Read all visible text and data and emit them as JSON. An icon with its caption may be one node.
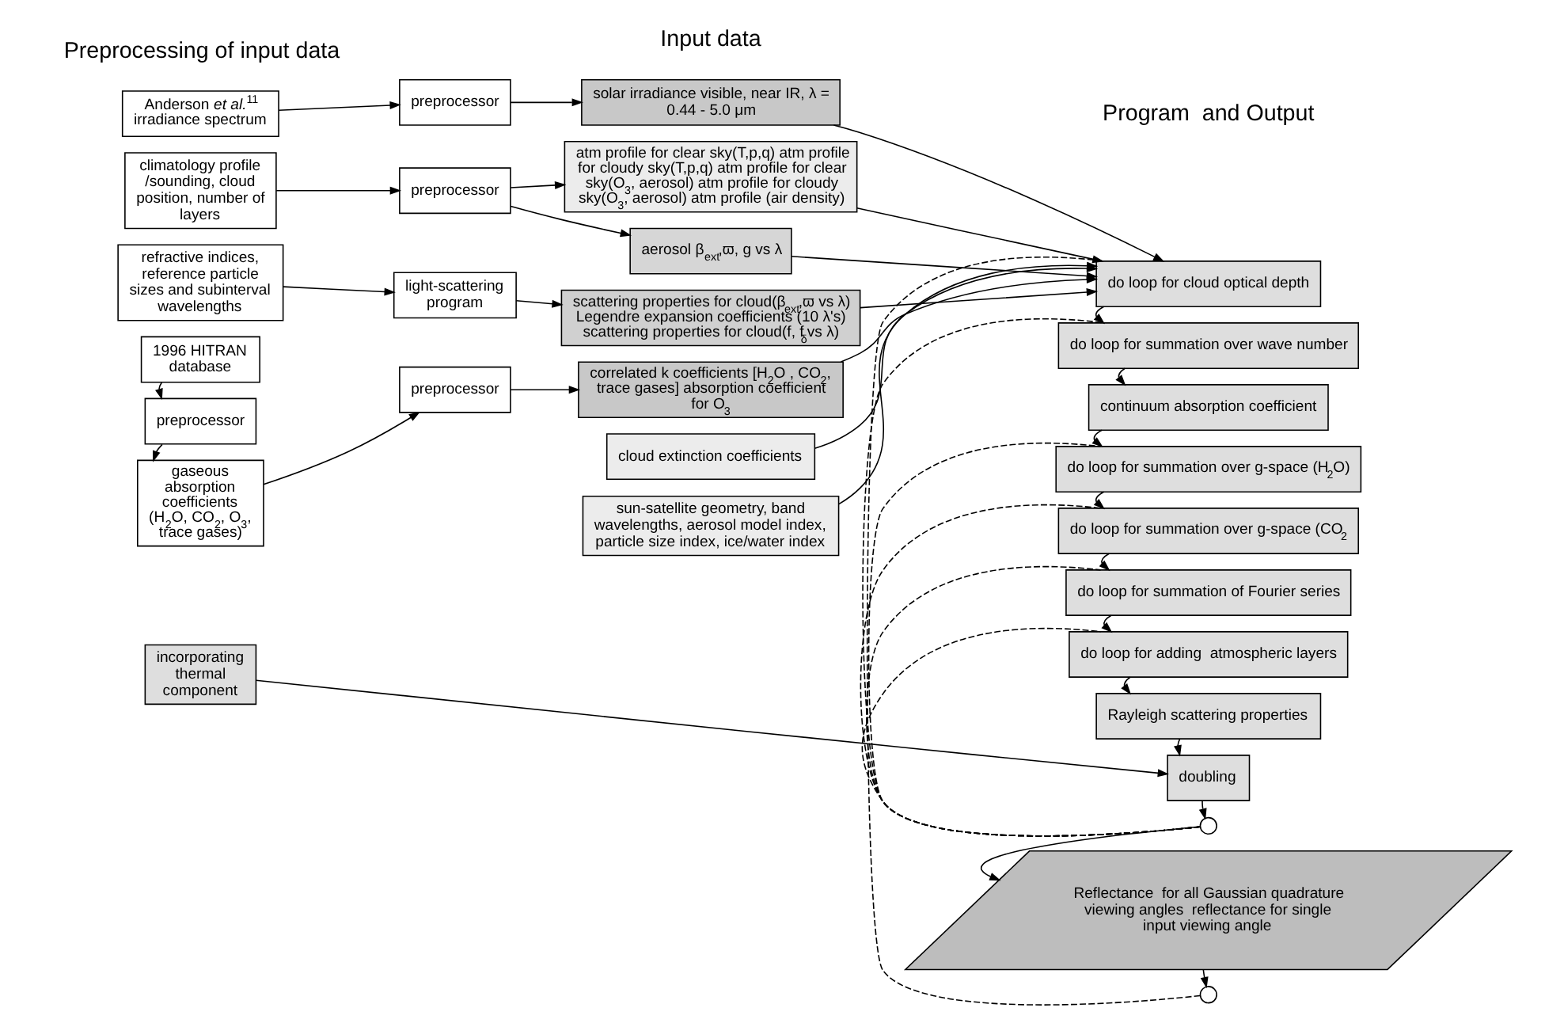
{
  "diagram": {
    "nodes": [
      {
        "text": [
          "Anderson *et al.*$^{11}$ irradiance spectrum"
        ]
      },
      {
        "text": [
          "preprocessor"
        ]
      },
      {
        "text": [
          "climatology profile /sounding, cloud position, number of layers"
        ]
      },
      {
        "text": [
          "preprocessor"
        ]
      },
      {
        "text": [
          "refractive indices, reference particle sizes and subinterval wavelengths"
        ]
      },
      {
        "text": [
          "light-scattering program"
        ]
      },
      {
        "text": [
          "1996 HITRAN database"
        ]
      },
      {
        "text": [
          "preprocessor"
        ]
      },
      {
        "text": [
          "gaseous absorption coefficients (H$_{2}$O, CO$_{2}$, O$_{3}$, trace gases)"
        ]
      },
      {
        "text": [
          "preprocessor"
        ]
      },
      {
        "text": [
          "solar irradiance visible, near IR, λ = 0.44 - 5.0 μm"
        ]
      },
      {
        "text": [
          "atm profile for clear sky(T,p,q) atm profile for cloudy sky(T,p,q) atm profile for clear sky(O$_{3}$, aerosol) atm profile for cloudy sky(O$_{3}$, aerosol) atm profile (air density)"
        ]
      },
      {
        "text": [
          "aerosol β$_{ext}$,ϖ, g vs λ"
        ]
      },
      {
        "text": [
          "scattering properties for cloud(β$_{ext}$,ϖ vs λ) Legendre expansion coefficients (10 λ's) scattering properties for cloud(f, f$_{δ}$vs λ)"
        ]
      },
      {
        "text": [
          "correlated k coefficients [H$_{2}$O , CO$_{2}$, trace gases] absorption coefficient for O$_{3}$"
        ]
      },
      {
        "text": [
          "cloud extinction coefficients"
        ]
      },
      {
        "text": [
          "sun-satellite geometry, band wavelengths, aerosol model index, particle size index, ice/water index"
        ]
      },
      {
        "text": [
          "do loop for cloud optical depth"
        ]
      },
      {
        "text": [
          "do loop for summation over wave number"
        ]
      },
      {
        "text": [
          "continuum absorption coefficient"
        ]
      },
      {
        "text": [
          "do loop for summation over g-space (H$_{2}$O)"
        ]
      },
      {
        "text": [
          "do loop for summation over g-space (CO$_{2}$"
        ]
      },
      {
        "text": [
          "do loop for summation of Fourier series"
        ]
      },
      {
        "text": [
          "do loop for adding  atmospheric layers"
        ]
      },
      {
        "text": [
          "Rayleigh scattering properties"
        ]
      },
      {
        "text": [
          "doubling"
        ]
      },
      {
        "text": [
          "incorporating thermal component"
        ]
      },
      {
        "text": [],
        "shape": "circle"
      },
      {
        "text": [
          "Reflectance  for all Gaussian quadrature viewing angles  reflectance for single input viewing angle"
        ]
      },
      {
        "text": [],
        "shape": "circle"
      }
    ],
    "edges": [
      {
        "from": 0,
        "to": 1,
        "arrow": "to"
      },
      {
        "from": 1,
        "to": 10,
        "arrow": "to"
      },
      {
        "from": 2,
        "to": 3,
        "arrow": "to"
      },
      {
        "from": 3,
        "to": 11,
        "arrow": "to"
      },
      {
        "from": 3,
        "to": 12,
        "arrow": "to"
      },
      {
        "from": 4,
        "to": 5,
        "arrow": "to"
      },
      {
        "from": 5,
        "to": 13,
        "arrow": "to"
      },
      {
        "from": 6,
        "to": 7,
        "arrow": "to"
      },
      {
        "from": 7,
        "to": 8,
        "arrow": "to"
      },
      {
        "from": 8,
        "to": 9,
        "arrow": "to"
      },
      {
        "from": 9,
        "to": 14,
        "arrow": "to"
      },
      {
        "from": 10,
        "to": 17,
        "arrow": "to"
      },
      {
        "from": 11,
        "to": 17,
        "arrow": "to"
      },
      {
        "from": 12,
        "to": 17,
        "arrow": "to"
      },
      {
        "from": 13,
        "to": 17,
        "arrow": "to"
      },
      {
        "from": 14,
        "to": 17,
        "arrow": "to"
      },
      {
        "from": 15,
        "to": 17,
        "arrow": "to"
      },
      {
        "from": 16,
        "to": 17,
        "arrow": "to"
      },
      {
        "from": 17,
        "to": 18,
        "arrow": "to"
      },
      {
        "from": 18,
        "to": 19,
        "arrow": "to"
      },
      {
        "from": 19,
        "to": 20,
        "arrow": "to"
      },
      {
        "from": 20,
        "to": 21,
        "arrow": "to"
      },
      {
        "from": 21,
        "to": 22,
        "arrow": "to"
      },
      {
        "from": 22,
        "to": 23,
        "arrow": "to"
      },
      {
        "from": 23,
        "to": 24,
        "arrow": "to"
      },
      {
        "from": 24,
        "to": 25,
        "arrow": "to"
      },
      {
        "from": 26,
        "to": 25,
        "arrow": "to"
      },
      {
        "from": 25,
        "to": 27,
        "arrow": "to"
      },
      {
        "from": 27,
        "to": 28,
        "arrow": "to"
      },
      {
        "from": 28,
        "to": 29,
        "arrow": "to"
      },
      {
        "from": 27,
        "to": 18,
        "arrow": "none",
        "style": "dashed"
      },
      {
        "from": 27,
        "to": 20,
        "arrow": "none",
        "style": "dashed"
      },
      {
        "from": 27,
        "to": 21,
        "arrow": "none",
        "style": "dashed"
      },
      {
        "from": 27,
        "to": 22,
        "arrow": "none",
        "style": "dashed"
      },
      {
        "from": 27,
        "to": 23,
        "arrow": "none",
        "style": "dashed"
      },
      {
        "from": 29,
        "to": 17,
        "arrow": "none",
        "style": "dashed"
      }
    ],
    "labels": [
      "Preprocessing of input data",
      "Input data",
      "Program  and Output"
    ]
  }
}
